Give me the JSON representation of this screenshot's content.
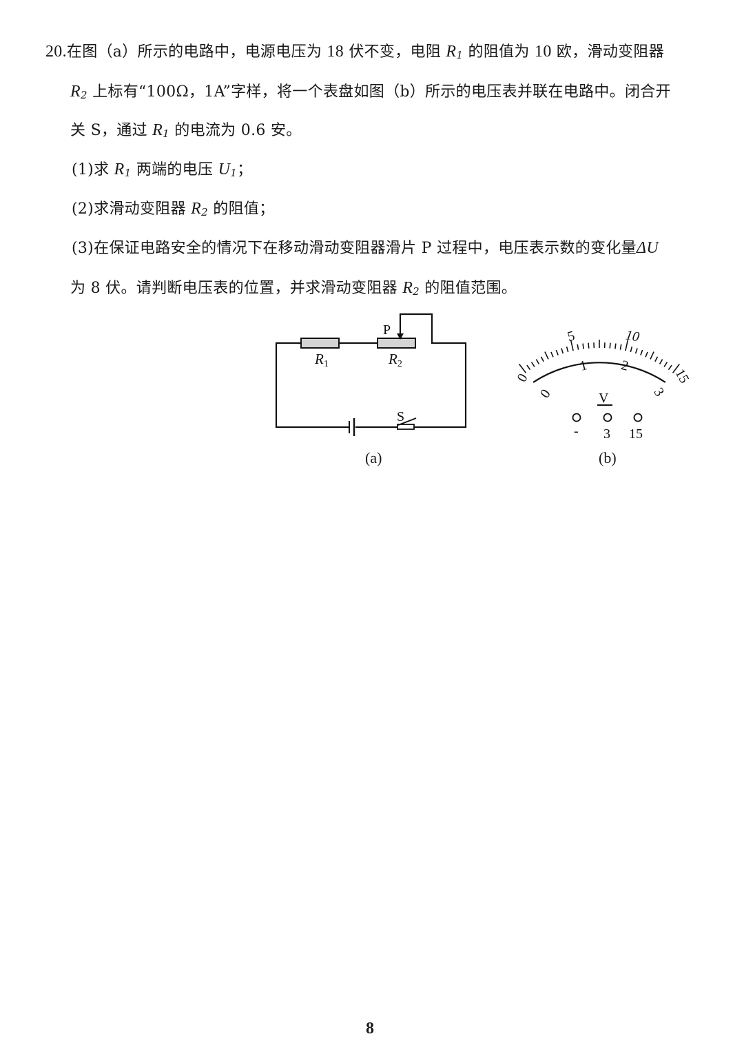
{
  "question": {
    "number": "20.",
    "lines": [
      {
        "parts": [
          "在图（a）所示的电路中，电源电压为 ",
          "18",
          " 伏不变，电阻 ",
          "R",
          "1",
          " 的阻值为 ",
          "10",
          " 欧，滑动变阻器"
        ]
      },
      {
        "parts": [
          "R",
          "2",
          " 上标有“100Ω，1A”字样，将一个表盘如图（b）所示的电压表并联在电路中。闭合开"
        ]
      },
      {
        "parts": [
          "关 S，通过 ",
          "R",
          "1",
          " 的电流为 0.6 安。"
        ]
      }
    ],
    "subquestions": [
      {
        "label": "(1)",
        "text_a": "求 ",
        "var": "R",
        "sub": "1",
        "text_b": " 两端的电压 ",
        "var2": "U",
        "sub2": "1",
        "text_c": "；"
      },
      {
        "label": "(2)",
        "text_a": "求滑动变阻器 ",
        "var": "R",
        "sub": "2",
        "text_b": " 的阻值；"
      },
      {
        "label": "(3)",
        "text_a": "在保证电路安全的情况下在移动滑动变阻器滑片 P 过程中，电压表示数的变化量",
        "var": "ΔU",
        "line2_a": "为 8 伏。请判断电压表的位置，并求滑动变阻器 ",
        "var2": "R",
        "sub2": "2",
        "line2_b": " 的阻值范围。"
      }
    ]
  },
  "figure_a": {
    "caption": "(a)",
    "labels": {
      "r1": "R",
      "r1_sub": "1",
      "r2": "R",
      "r2_sub": "2",
      "slider": "P",
      "switch": "S"
    }
  },
  "figure_b": {
    "caption": "(b)",
    "upper_scale": [
      "0",
      "5",
      "10",
      "15"
    ],
    "lower_scale": [
      "0",
      "1",
      "2",
      "3"
    ],
    "unit": "V",
    "terminals": [
      "-",
      "3",
      "15"
    ]
  },
  "page_number": "8"
}
